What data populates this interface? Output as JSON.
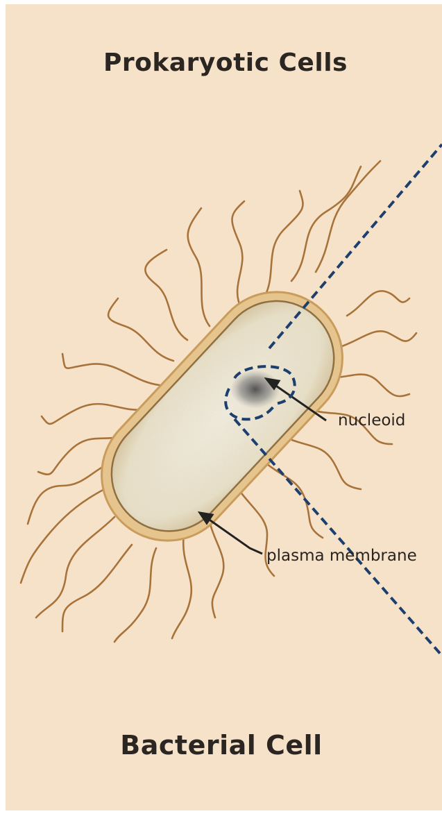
{
  "title": "Prokaryotic Cells",
  "subtitle": "Bacterial Cell",
  "labels": {
    "nucleoid": "nucleoid",
    "plasma_membrane": "plasma membrane"
  },
  "colors": {
    "background": "#f6e2c8",
    "capsule": "#e2c08a",
    "cell_body": "#f3ecd8",
    "flagella": "#a8733a",
    "nucleoid": "#555555",
    "callout_dashed": "#1c3f6e",
    "text": "#2b2622"
  }
}
